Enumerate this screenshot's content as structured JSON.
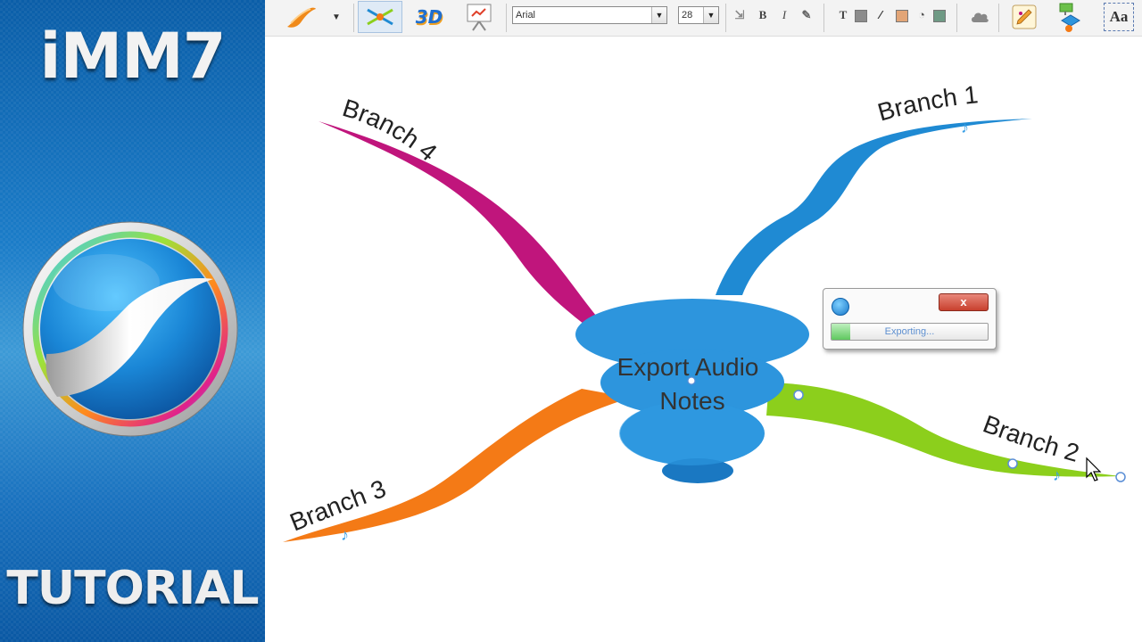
{
  "banner": {
    "title": "iMM7",
    "subtitle": "TUTORIAL",
    "logo_icon": "imindmap-logo-icon",
    "color_top": "#0b5ea8",
    "color_mid": "#3d9ad6"
  },
  "toolbar": {
    "font_name": "Arial",
    "font_size": "28",
    "bold_label": "B",
    "italic_label": "I",
    "text_label": "T",
    "three_d_label": "3D",
    "styles_label": "Aa",
    "icons": [
      "branch-brush-icon",
      "dropdown-arrow-icon",
      "connection-icon",
      "3d-view-icon",
      "presentation-icon",
      "clear-format-icon",
      "bold-icon",
      "italic-icon",
      "format-painter-icon",
      "text-color-icon",
      "fill-color-icon",
      "line-color-icon",
      "image-color-icon",
      "shape-color-icon",
      "cloud-icon",
      "sticky-note-icon",
      "flowchart-icon",
      "styles-icon"
    ]
  },
  "mindmap": {
    "central_idea": {
      "line1": "Export Audio",
      "line2": "Notes",
      "color": "#2d95dd"
    },
    "branches": [
      {
        "label": "Branch 1",
        "color": "#1f8ad3"
      },
      {
        "label": "Branch 2",
        "color": "#8ccf1c"
      },
      {
        "label": "Branch 3",
        "color": "#f47a16"
      },
      {
        "label": "Branch 4",
        "color": "#c0157c"
      }
    ],
    "audio_note_icon": "music-note-icon"
  },
  "dialog": {
    "app_icon": "imindmap-small-icon",
    "close_label": "x",
    "status_text": "Exporting...",
    "progress": 0.12
  }
}
